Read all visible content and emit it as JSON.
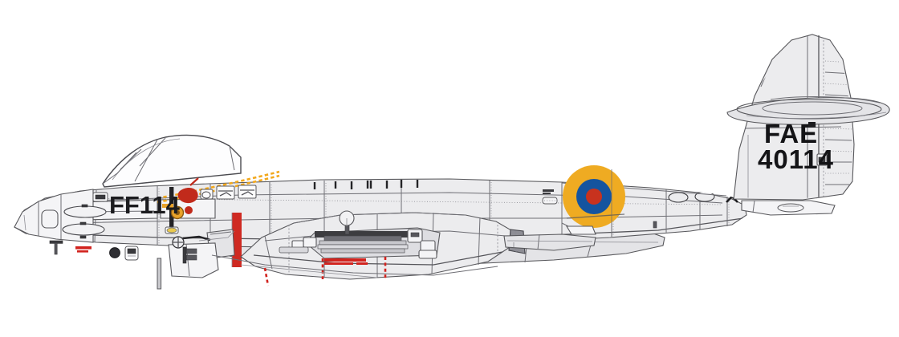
{
  "illustration": {
    "title": "Gloster Meteor F.8 side profile",
    "subject": "jet fighter aircraft left side view",
    "background_color": "#ffffff"
  },
  "markings": {
    "nose_code": "FF114",
    "tail_service": "FAE",
    "tail_serial": "40114",
    "roundel": {
      "name": "fuselage-roundel",
      "outer_color": "#efab22",
      "middle_color": "#14549f",
      "center_color": "#c8321e"
    },
    "walkway_line_color": "#f2a81d",
    "warning_stripe_color": "#d2231e"
  },
  "colors": {
    "skin_light": "#f4f4f6",
    "skin_base": "#ececee",
    "skin_mid": "#e4e4e7",
    "skin_dark": "#dedee2",
    "panel_line": "#6e6e74",
    "outline": "#58585c",
    "stencil_dark": "#3a3a3e",
    "red": "#d2231e",
    "yellow": "#f2a81d",
    "blue": "#14549f",
    "roundel_red": "#c8321e"
  },
  "parts": {
    "nose": "nose-section",
    "cockpit": "cockpit-canopy",
    "fuselage": "fuselage",
    "wing": "wing",
    "nacelle": "engine-nacelle",
    "jetpipe": "jet-pipe",
    "fin": "vertical-fin",
    "rudder": "rudder",
    "tailplane": "horizontal-tailplane",
    "nose_gear": "nose-landing-gear",
    "gun_ports": "nose-gun-ports",
    "intake": "engine-air-intake"
  }
}
